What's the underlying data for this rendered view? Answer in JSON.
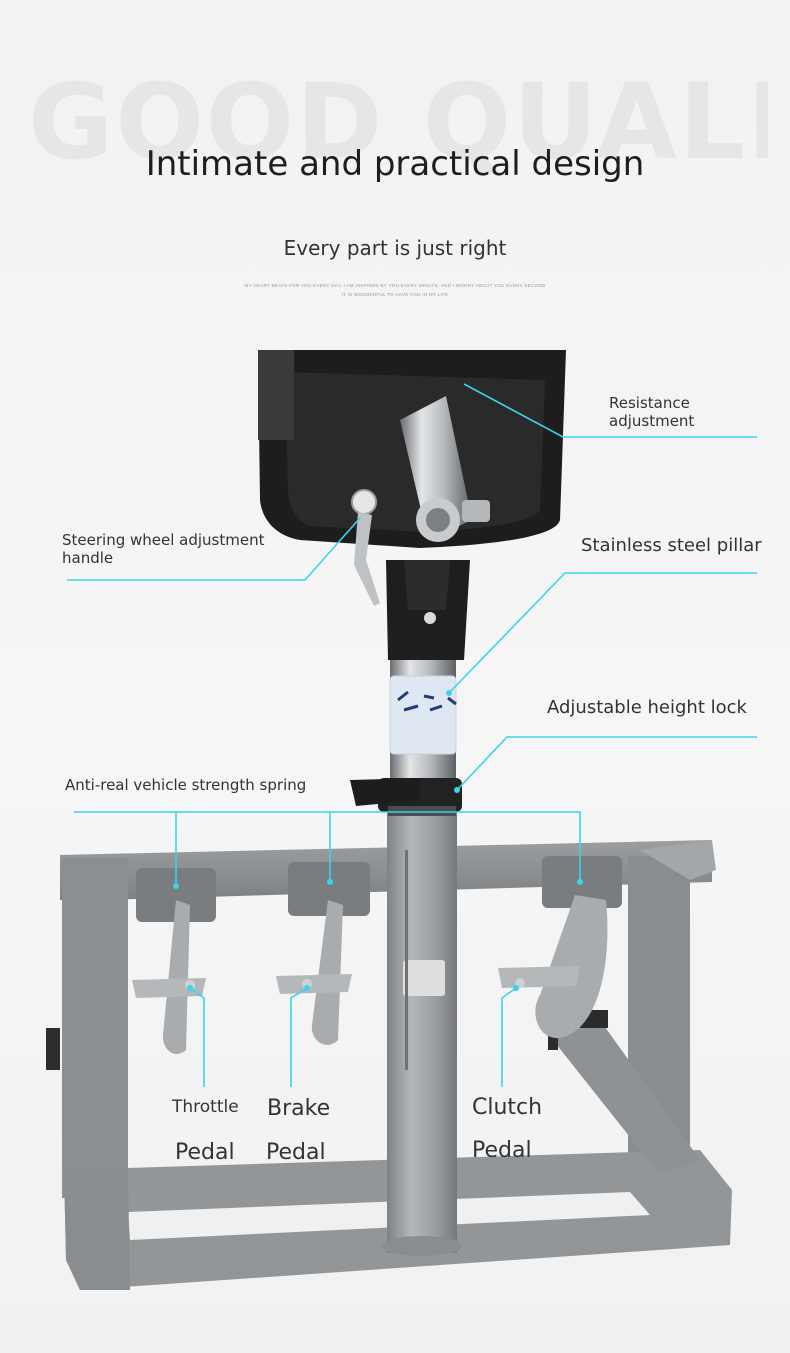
{
  "watermark": "GOOD QUALITY",
  "title": "Intimate and practical design",
  "subtitle": "Every part is just right",
  "fine_print": {
    "line1": "MY HEART BEATS FOR YOU EVERY DAY, I AM INSPIRED BY YOU EVERY MINUTE, AND I WORRY ABOUT YOU EVERY SECOND",
    "line2": "IT IS WONDERFUL TO HAVE YOU IN MY LIFE"
  },
  "callouts": {
    "resistance": {
      "line1": "Resistance",
      "line2": "adjustment"
    },
    "steering": {
      "line1": "Steering wheel adjustment",
      "line2": "handle"
    },
    "pillar": "Stainless steel pillar",
    "height_lock": "Adjustable height lock",
    "spring": "Anti-real vehicle strength spring"
  },
  "pedals": {
    "throttle": {
      "line1": "Throttle",
      "line2": "Pedal"
    },
    "brake": {
      "line1": "Brake",
      "line2": "Pedal"
    },
    "clutch": {
      "line1": "Clutch",
      "line2": "Pedal"
    }
  },
  "colors": {
    "callout_line": "#3ad4ec",
    "frame": "#8e9193",
    "pillar": "#9a9d9f",
    "housing": "#1d1d1d"
  }
}
